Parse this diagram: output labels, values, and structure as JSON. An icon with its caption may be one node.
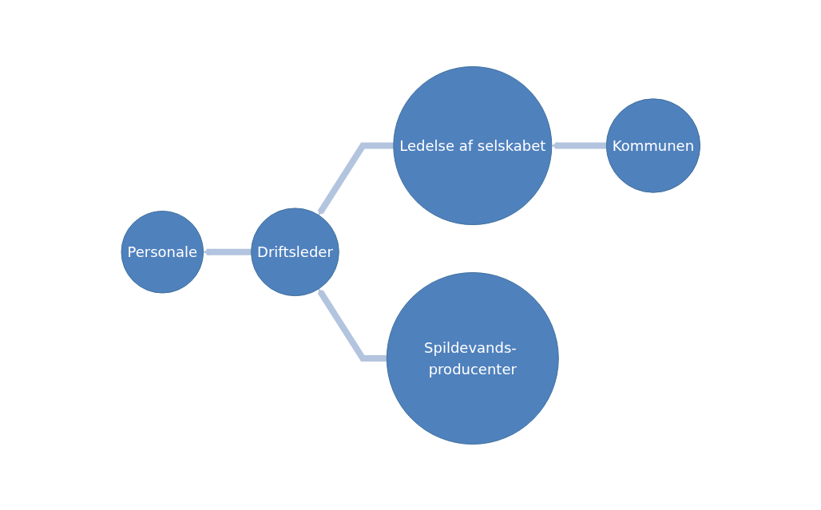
{
  "diagram": {
    "nodes": [
      {
        "text": [
          "Kommunen"
        ]
      },
      {
        "text": [
          "Ledelse af selskabet"
        ]
      },
      {
        "text": [
          "Personale"
        ]
      },
      {
        "text": [
          "Driftsleder"
        ]
      },
      {
        "text": [
          "Spildevands- producenter"
        ]
      }
    ],
    "edges": [
      {
        "from": 0,
        "to": 1,
        "arrow": "to"
      },
      {
        "from": 1,
        "to": 3,
        "arrow": "to"
      },
      {
        "from": 4,
        "to": 3,
        "arrow": "to"
      },
      {
        "from": 3,
        "to": 2,
        "arrow": "to"
      }
    ]
  }
}
